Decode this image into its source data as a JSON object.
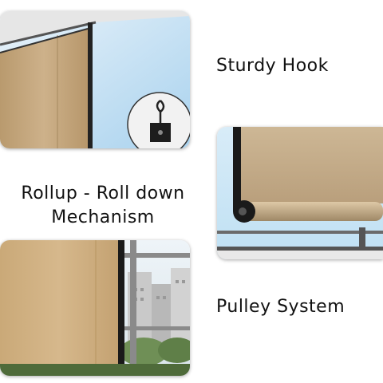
{
  "captions": {
    "sturdy_hook": "Sturdy Hook",
    "rollup_line1": "Rollup - Roll down",
    "rollup_line2": "Mechanism",
    "pulley_system": "Pulley System"
  },
  "colors": {
    "shade_fabric": "#c9ad84",
    "shade_edge": "#1a1a1a",
    "sky": "#cfe6f5",
    "text": "#111111"
  }
}
